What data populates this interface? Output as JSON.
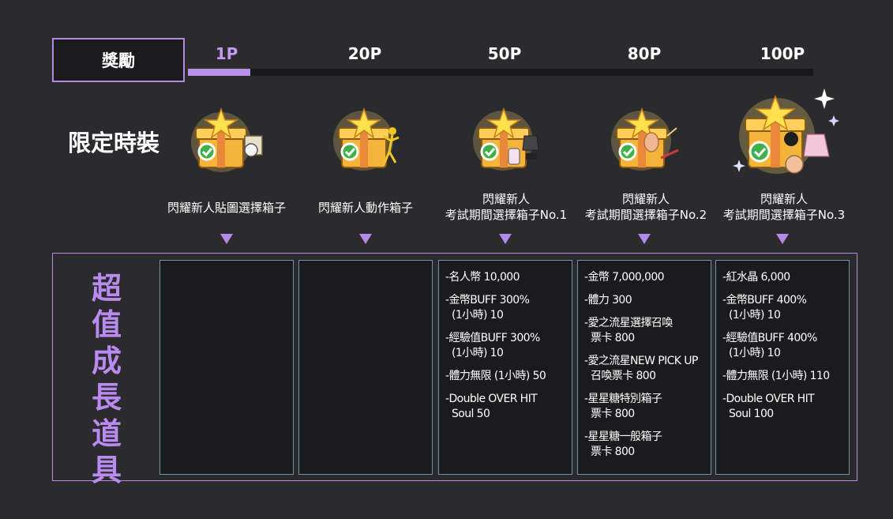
{
  "header": {
    "reward_label": "獎勵",
    "tiers": [
      "1P",
      "20P",
      "50P",
      "80P",
      "100P"
    ],
    "progress_fraction": 0.1
  },
  "row": {
    "title": "限定時裝"
  },
  "items": [
    {
      "name": "閃耀新人貼圖選擇箱子"
    },
    {
      "name": "閃耀新人動作箱子"
    },
    {
      "name": "閃耀新人\n考試期間選擇箱子No.1"
    },
    {
      "name": "閃耀新人\n考試期間選擇箱子No.2"
    },
    {
      "name": "閃耀新人\n考試期間選擇箱子No.3"
    }
  ],
  "panel": {
    "title": "超值成長道具",
    "columns": [
      {
        "lines": []
      },
      {
        "lines": []
      },
      {
        "lines": [
          "-名人幣 10,000",
          "-金幣BUFF 300%\n(1小時) 10",
          "-經驗值BUFF 300%\n(1小時) 10",
          "-體力無限 (1小時) 50",
          "-Double OVER HIT\nSoul 50"
        ]
      },
      {
        "lines": [
          "-金幣 7,000,000",
          "-體力 300",
          "-愛之流星選擇召喚\n票卡 800",
          "-愛之流星NEW PICK UP\n召喚票卡 800",
          "-星星糖特別箱子\n票卡 800",
          "-星星糖一般箱子\n票卡 800"
        ]
      },
      {
        "lines": [
          "-紅水晶 6,000",
          "-金幣BUFF 400%\n(1小時) 10",
          "-經驗值BUFF 400%\n(1小時) 10",
          "-體力無限 (1小時) 110",
          "-Double OVER HIT\nSoul 100"
        ]
      }
    ]
  },
  "colors": {
    "accent": "#b78ae6",
    "column_border": "#6f93b5",
    "background": "#2b2a2d"
  }
}
